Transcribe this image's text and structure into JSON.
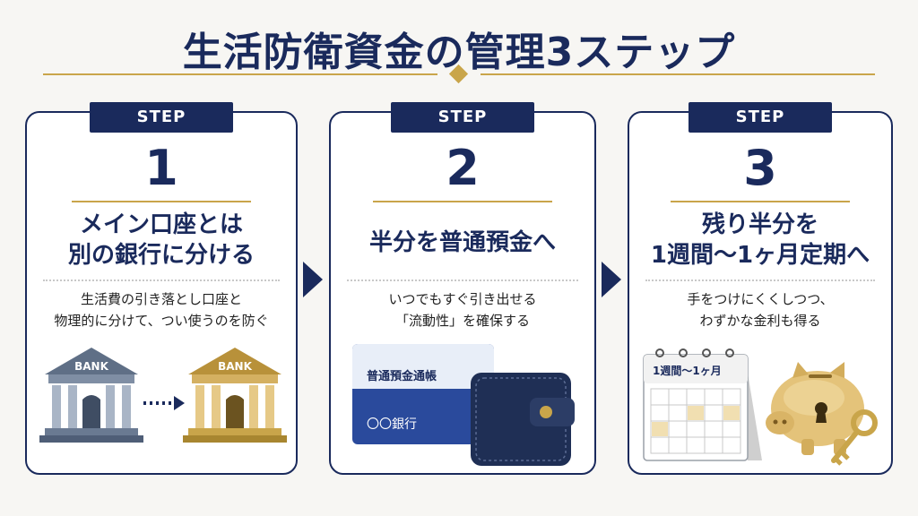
{
  "title": "生活防衛資金の管理3ステップ",
  "steps": [
    {
      "badge": "STEP",
      "number": "1",
      "heading_line1": "メイン口座とは",
      "heading_line2": "別の銀行に分ける",
      "desc_line1": "生活費の引き落とし口座と",
      "desc_line2": "物理的に分けて、つい使うのを防ぐ",
      "bank_label_left": "BANK",
      "bank_label_right": "BANK"
    },
    {
      "badge": "STEP",
      "number": "2",
      "heading_line1": "半分を普通預金へ",
      "desc_line1": "いつでもすぐ引き出せる",
      "desc_line2": "「流動性」を確保する",
      "passbook_title": "普通預金通帳",
      "passbook_bank": "〇〇銀行"
    },
    {
      "badge": "STEP",
      "number": "3",
      "heading_line1": "残り半分を",
      "heading_line2": "1週間〜1ヶ月定期へ",
      "desc_line1": "手をつけにくくしつつ、",
      "desc_line2": "わずかな金利も得る",
      "calendar_label": "1週間〜1ヶ月"
    }
  ],
  "colors": {
    "navy": "#1a2a5c",
    "gold": "#c9a54a",
    "background": "#f7f6f3"
  },
  "icons": [
    "bank-gray-icon",
    "arrow-dotted-icon",
    "bank-gold-icon",
    "passbook-icon",
    "wallet-icon",
    "calendar-icon",
    "piggy-bank-icon",
    "key-icon",
    "chevron-right-icon"
  ]
}
